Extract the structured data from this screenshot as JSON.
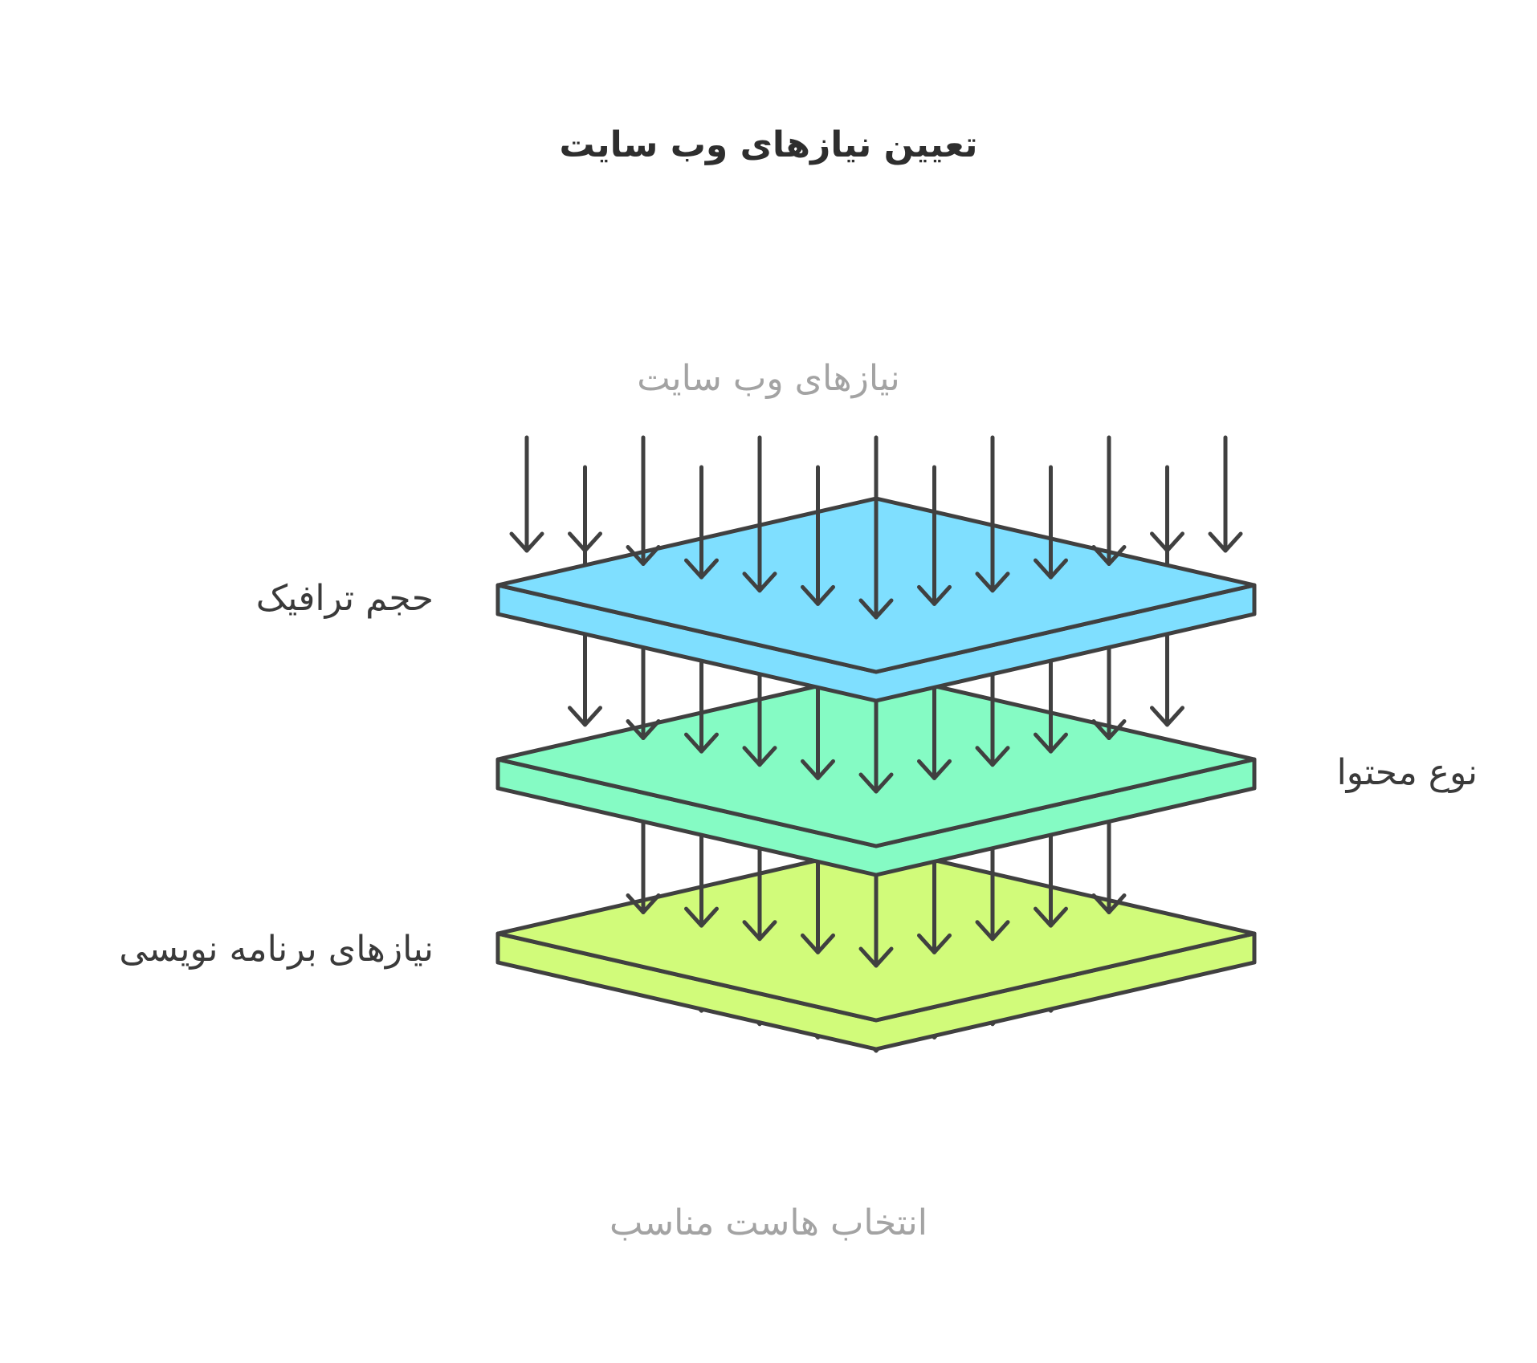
{
  "title": "تعیین نیازهای وب سایت",
  "input_label": "نیازهای وب سایت",
  "output_label": "انتخاب هاست مناسب",
  "layers": [
    {
      "label": "حجم ترافیک",
      "color": "#7fdfff"
    },
    {
      "label": "نوع محتوا",
      "color": "#85fbc4"
    },
    {
      "label": "نیازهای برنامه نویسی",
      "color": "#d1fb7a"
    }
  ],
  "colors": {
    "stroke": "#404040",
    "title": "#2e2e2e",
    "label": "#3a3a3a",
    "muted": "#a3a3a3"
  }
}
